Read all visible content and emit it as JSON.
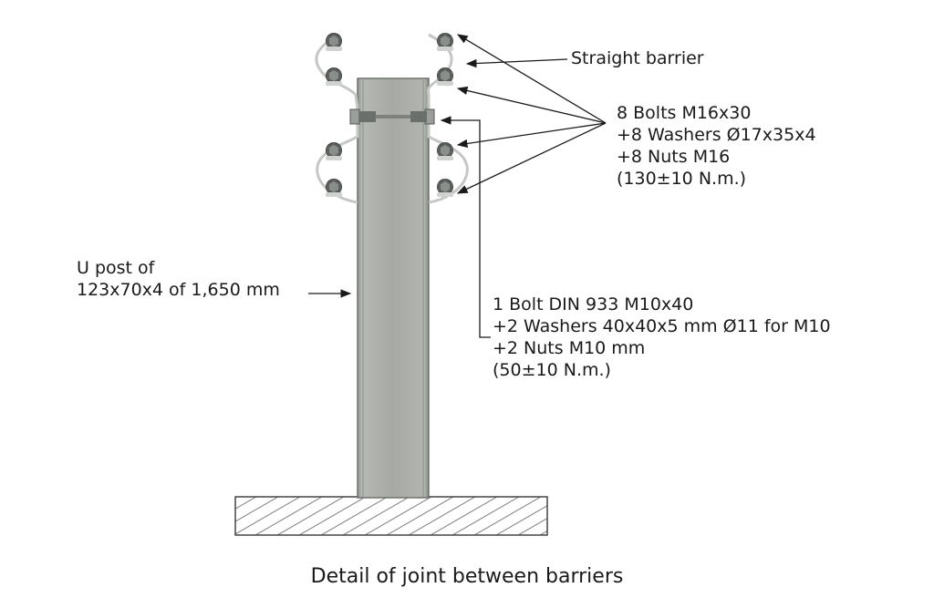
{
  "labels": {
    "straight_barrier": "Straight barrier",
    "bolts_group": [
      "8 Bolts M16x30",
      "+8 Washers Ø17x35x4",
      "+8 Nuts M16",
      "(130±10 N.m.)"
    ],
    "post": [
      "U post of",
      "123x70x4 of 1,650 mm"
    ],
    "bolt_din": [
      "1 Bolt DIN 933 M10x40",
      "+2 Washers 40x40x5 mm Ø11 for M10",
      "+2 Nuts M10 mm",
      "(50±10 N.m.)"
    ]
  },
  "caption": "Detail of joint between barriers",
  "colors": {
    "post_fill": "#a9aca7",
    "post_edge": "#6e726d",
    "barrier_line": "#b9bcb9",
    "bolt_dark": "#4a4e4b",
    "bolt_light": "#d6d8d5",
    "ground_hatch": "#5e5e5e",
    "leader": "#1a1a1a"
  }
}
